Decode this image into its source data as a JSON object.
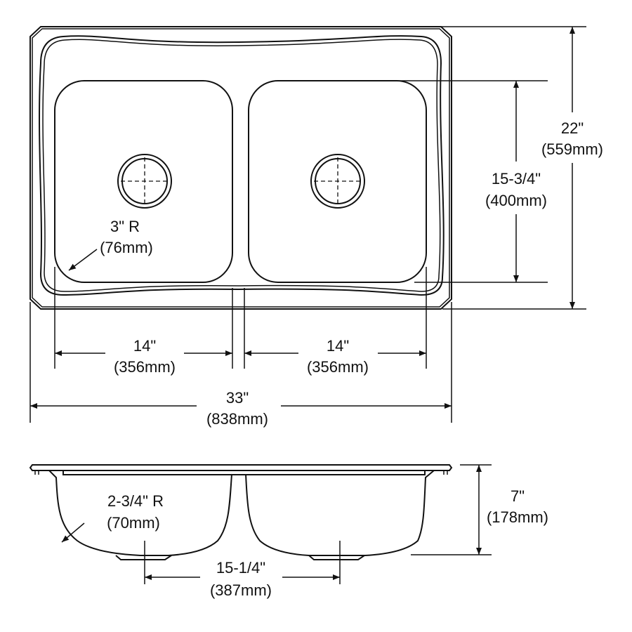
{
  "top_view": {
    "bowl_width_left": {
      "in": "14\"",
      "mm": "(356mm)"
    },
    "bowl_width_right": {
      "in": "14\"",
      "mm": "(356mm)"
    },
    "overall_width": {
      "in": "33\"",
      "mm": "(838mm)"
    },
    "overall_depth": {
      "in": "22\"",
      "mm": "(559mm)"
    },
    "bowl_length": {
      "in": "15-3/4\"",
      "mm": "(400mm)"
    },
    "corner_radius": {
      "in": "3\" R",
      "mm": "(76mm)"
    }
  },
  "side_view": {
    "bowl_depth": {
      "in": "7\"",
      "mm": "(178mm)"
    },
    "bottom_radius": {
      "in": "2-3/4\" R",
      "mm": "(70mm)"
    },
    "drain_spacing": {
      "in": "15-1/4\"",
      "mm": "(387mm)"
    }
  }
}
